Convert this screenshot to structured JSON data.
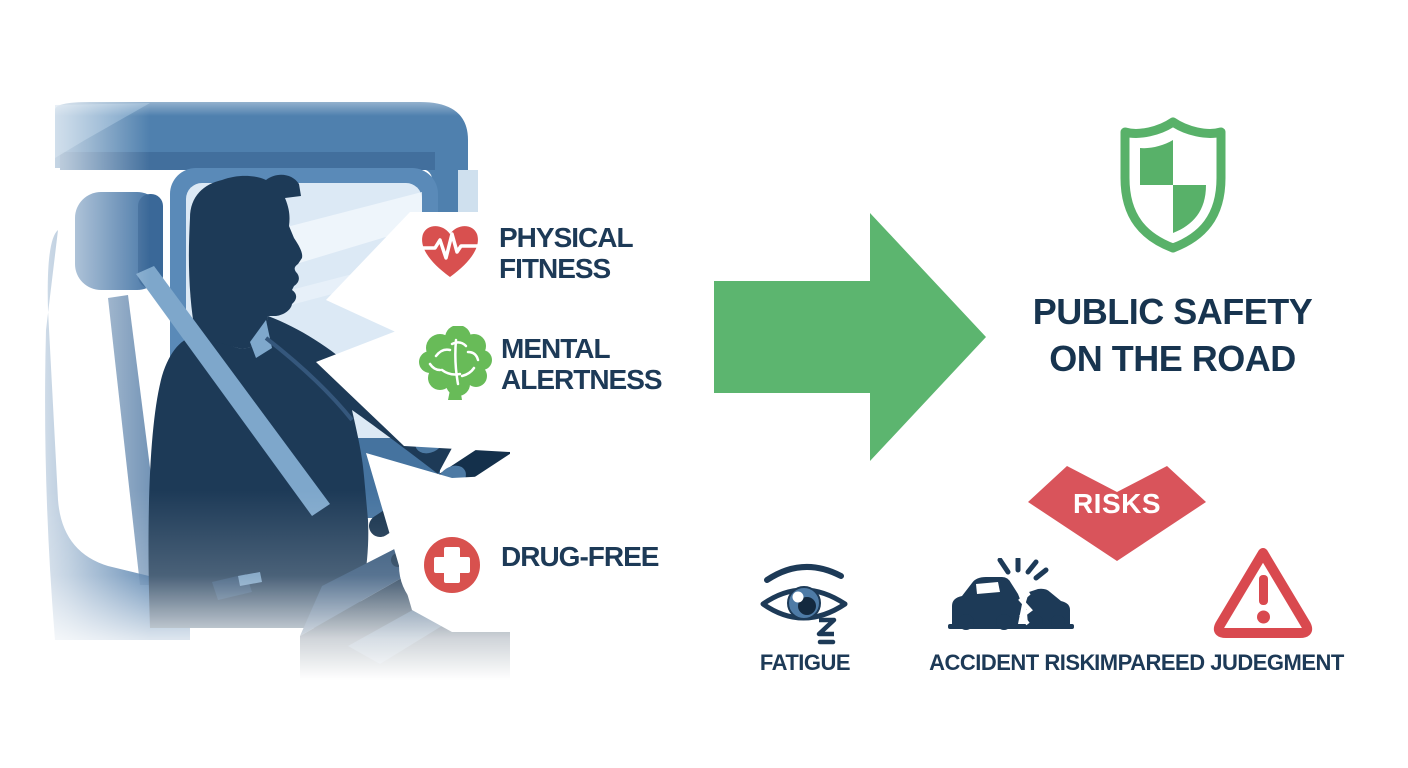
{
  "factors": [
    {
      "id": "physical-fitness",
      "line1": "PHYSICAL",
      "line2": "FITNESS",
      "icon": "heart-pulse-icon"
    },
    {
      "id": "mental-alertness",
      "line1": "MENTAL",
      "line2": "ALERTNESS",
      "icon": "brain-icon"
    },
    {
      "id": "drug-free",
      "line1": "DRUG-FREE",
      "icon": "medical-cross-icon"
    }
  ],
  "outcome": {
    "line1": "PUBLIC SAFETY",
    "line2": "ON THE ROAD",
    "icon": "safety-shield-icon"
  },
  "risks": {
    "banner_label": "RISKS",
    "items": [
      {
        "label": "FATIGUE",
        "icon": "tired-eye-icon"
      },
      {
        "label": "ACCIDENT RISK",
        "icon": "car-crash-icon"
      },
      {
        "label": "IMPAREED JUDEGMENT",
        "icon": "warning-triangle-icon"
      }
    ]
  },
  "colors": {
    "navy_text": "#1d3a57",
    "illustration_blue": "#4c7aa9",
    "silhouette_navy": "#1d3a57",
    "green": "#5cb56f",
    "red": "#d8504f",
    "risk_red": "#d9545b"
  }
}
